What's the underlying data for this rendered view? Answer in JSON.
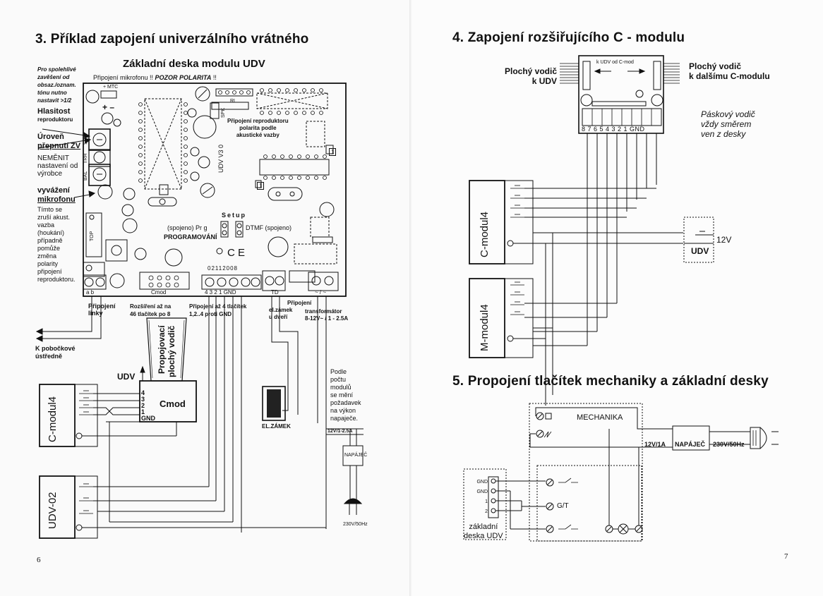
{
  "left": {
    "heading": "3. Příklad zapojení univerzálního vrátného",
    "board_title": "Základní deska modulu UDV",
    "mic_note_prefix": "Připojení mikrofonu !! ",
    "mic_note_warning": "POZOR POLARITA",
    "mic_note_suffix": " !!",
    "side_note": [
      "Pro spolehlivé",
      "zavěšení od",
      "obsaz./oznam.",
      "tónu nutno",
      "nastavit >1/2"
    ],
    "volume_label": [
      "Hlasitost",
      "reproduktoru"
    ],
    "level_label": [
      "Úroveň",
      "přepnutí ZV"
    ],
    "no_change_label": [
      "NEMĚNIT",
      "nastavení od",
      "výrobce"
    ],
    "balance_title": [
      "vyvážení",
      "mikrofonu"
    ],
    "balance_text": [
      "Tímto se",
      "zruší akust.",
      "vazba",
      "(houkání)",
      "případně",
      "pomůže",
      "změna",
      "polarity",
      "připojení",
      "reproduktoru."
    ],
    "mtc_label": "+ MTC",
    "plus_minus": "+  –",
    "spk_label": "SPK",
    "trh_label": "TRH",
    "bal_label": "BAL",
    "top_label": "TOP",
    "rl_label": "RL",
    "spk_small": "SPK",
    "speaker_note": [
      "Připojení reproduktoru",
      "polarita podle",
      "akustické vazby"
    ],
    "udv_version": "UDV V3 0",
    "marker_one": "1",
    "setup_label": "Setup",
    "prog_label": "(spojeno) Pr g",
    "dtmf_label": "DTMF (spojeno)",
    "programming_label": "PROGRAMOVÁNÍ",
    "ce_mark": "C E",
    "serial": "02112008",
    "terminal_ab": "a   b",
    "cmod_conn_label": "Cmod",
    "terminal_nums": "4  3  2  1  GND",
    "terminal_td": "TD",
    "terminal_power": "~  / ~",
    "line_conn": [
      "Připojení",
      "linky"
    ],
    "expansion": [
      "Rozšíření až na",
      "46 tlačítek po 8"
    ],
    "buttons_conn": [
      "Připojení  až 4 tlačítek",
      "1,2..4 proti GND"
    ],
    "lock_conn": [
      "Připojení",
      "el.zámek",
      "u dveří"
    ],
    "transformer_conn": [
      "transformátor",
      "8-12V~ / 1 - 2.5A"
    ],
    "pbx": [
      "K pobočkové",
      "ústředně"
    ],
    "ribbon": [
      "Propojovací",
      "plochý vodič"
    ],
    "udv_arrow": "UDV",
    "cmod_pins": [
      "4",
      "3",
      "2",
      "1",
      "GND"
    ],
    "cmod_label": "Cmod",
    "cmodul_label": "C-modul4",
    "udv02_label": "UDV-02",
    "lock_label": "EL.ZÁMEK",
    "power_note": [
      "Podle",
      "počtu",
      "modulů",
      "se mění",
      "požadavek",
      "na výkon",
      "napaječe."
    ],
    "supply_rating": "12V/1-2.5A",
    "supply_label": "NAPÁJEČ",
    "mains_label": "230V/50Hz",
    "page_number": "6"
  },
  "right": {
    "heading4": "4. Zapojení rozšiřujícího C - modulu",
    "flat_left": [
      "Plochý vodič",
      "k UDV"
    ],
    "flat_right": [
      "Plochý vodič",
      "k dalšímu C-modulu"
    ],
    "module_top_labels": "k UDV    od C-mod",
    "pin_labels": "8 7 6 5 4 3 2 1 GND",
    "ribbon_note": [
      "Páskový vodič",
      "vždy směrem",
      "ven z desky"
    ],
    "cmodul_label": "C-modul4",
    "mmodul_label": "M-modul4",
    "v12_label": "12V",
    "udv_label": "UDV",
    "heading5": "5. Propojení tlačítek mechaniky a základní desky",
    "mechanika_label": "MECHANIKA",
    "supply_rating": "12V/1A",
    "supply_label": "NAPÁJEČ",
    "mains_label": "230V/50Hz",
    "board_pins": [
      "GND",
      "GND",
      "1",
      "2"
    ],
    "gt_label": "G/T",
    "board_label": [
      "základní",
      "deska UDV"
    ],
    "page_number": "7"
  }
}
